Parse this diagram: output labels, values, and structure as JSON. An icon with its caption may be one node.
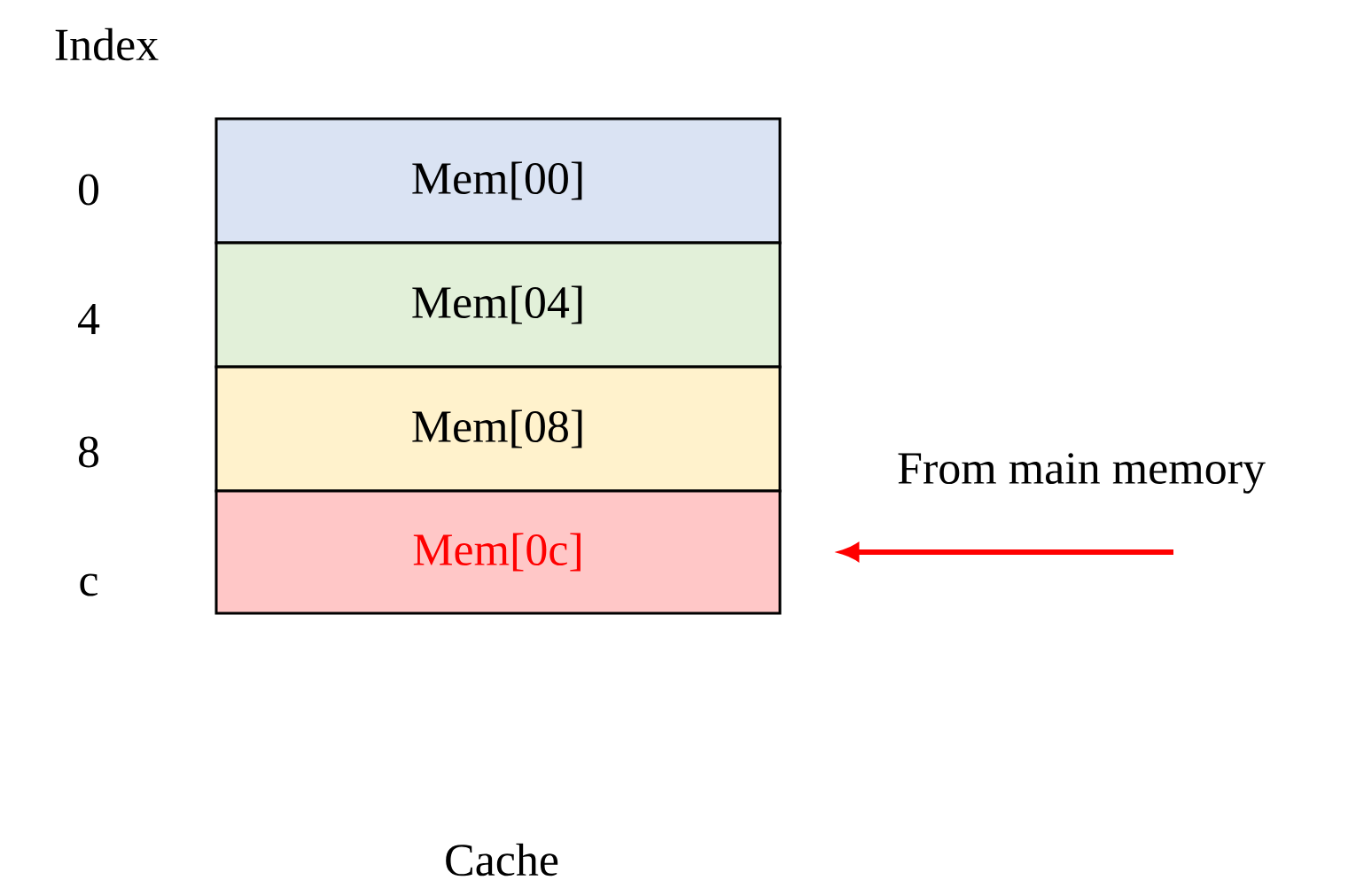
{
  "diagram": {
    "nodes": [
      {
        "text": [
          "Mem[00]"
        ]
      },
      {
        "text": [
          "Mem[04]"
        ]
      },
      {
        "text": [
          "Mem[08]"
        ]
      },
      {
        "text": [
          "Mem[0c]"
        ]
      }
    ],
    "edges": [
      {
        "from": null,
        "to": 3,
        "arrow": "to",
        "label": "From main memory",
        "color": "#ff0000"
      }
    ],
    "labels": [
      "Index",
      "0",
      "4",
      "8",
      "c",
      "Cache"
    ]
  }
}
